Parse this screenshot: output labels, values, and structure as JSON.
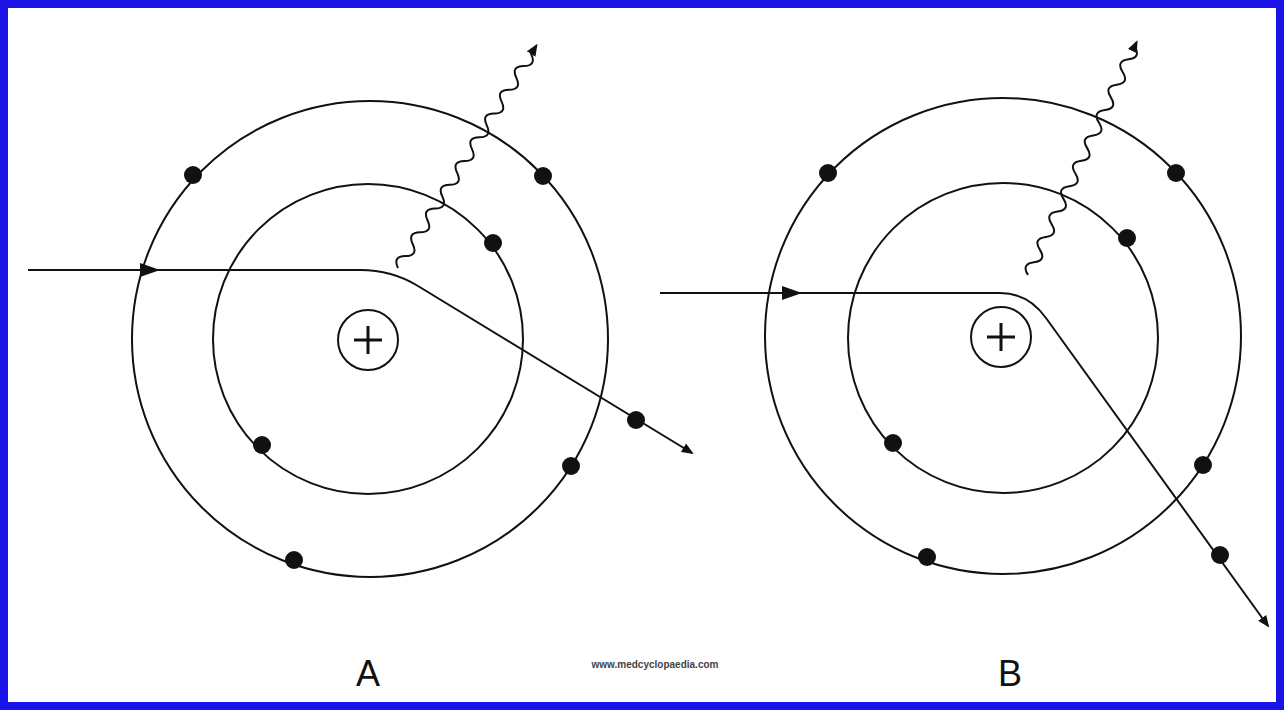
{
  "diagram": {
    "labels": [
      "A",
      "B",
      "www.medcyclopaedia.com"
    ]
  }
}
